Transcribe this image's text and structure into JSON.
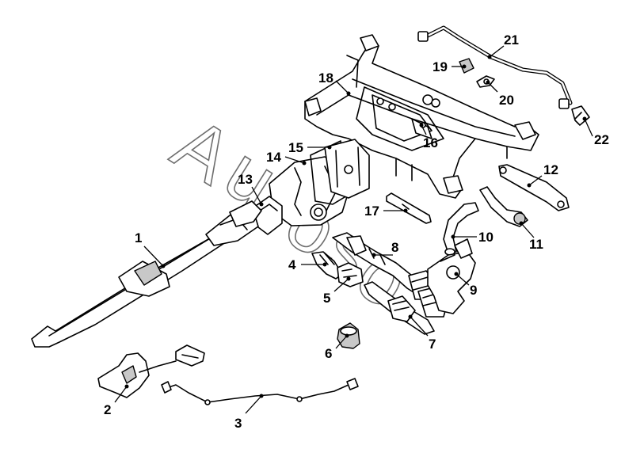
{
  "watermark": {
    "letters": [
      "A",
      "u",
      "t",
      "o",
      "s",
      "o"
    ]
  },
  "callouts": [
    {
      "id": "1",
      "label": "1"
    },
    {
      "id": "2",
      "label": "2"
    },
    {
      "id": "3",
      "label": "3"
    },
    {
      "id": "4",
      "label": "4"
    },
    {
      "id": "5",
      "label": "5"
    },
    {
      "id": "6",
      "label": "6"
    },
    {
      "id": "7",
      "label": "7"
    },
    {
      "id": "8",
      "label": "8"
    },
    {
      "id": "9",
      "label": "9"
    },
    {
      "id": "10",
      "label": "10"
    },
    {
      "id": "11",
      "label": "11"
    },
    {
      "id": "12",
      "label": "12"
    },
    {
      "id": "13",
      "label": "13"
    },
    {
      "id": "14",
      "label": "14"
    },
    {
      "id": "15",
      "label": "15"
    },
    {
      "id": "16",
      "label": "16"
    },
    {
      "id": "17",
      "label": "17"
    },
    {
      "id": "18",
      "label": "18"
    },
    {
      "id": "19",
      "label": "19"
    },
    {
      "id": "20",
      "label": "20"
    },
    {
      "id": "21",
      "label": "21"
    },
    {
      "id": "22",
      "label": "22"
    }
  ]
}
